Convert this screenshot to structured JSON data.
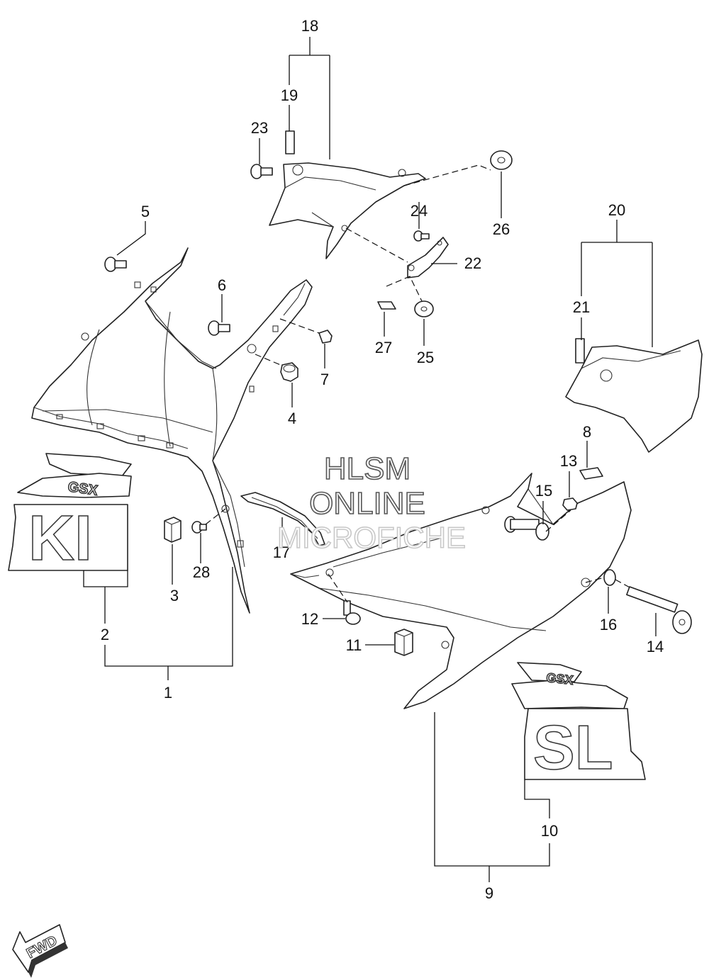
{
  "callouts": [
    {
      "id": "1",
      "label": "1"
    },
    {
      "id": "2",
      "label": "2"
    },
    {
      "id": "3",
      "label": "3"
    },
    {
      "id": "4",
      "label": "4"
    },
    {
      "id": "5",
      "label": "5"
    },
    {
      "id": "6",
      "label": "6"
    },
    {
      "id": "7",
      "label": "7"
    },
    {
      "id": "8",
      "label": "8"
    },
    {
      "id": "9",
      "label": "9"
    },
    {
      "id": "10",
      "label": "10"
    },
    {
      "id": "11",
      "label": "11"
    },
    {
      "id": "12",
      "label": "12"
    },
    {
      "id": "13",
      "label": "13"
    },
    {
      "id": "14",
      "label": "14"
    },
    {
      "id": "15",
      "label": "15"
    },
    {
      "id": "16",
      "label": "16"
    },
    {
      "id": "17",
      "label": "17"
    },
    {
      "id": "18",
      "label": "18"
    },
    {
      "id": "19",
      "label": "19"
    },
    {
      "id": "20",
      "label": "20"
    },
    {
      "id": "21",
      "label": "21"
    },
    {
      "id": "22",
      "label": "22"
    },
    {
      "id": "23",
      "label": "23"
    },
    {
      "id": "24",
      "label": "24"
    },
    {
      "id": "25",
      "label": "25"
    },
    {
      "id": "26",
      "label": "26"
    },
    {
      "id": "27",
      "label": "27"
    },
    {
      "id": "28",
      "label": "28"
    }
  ],
  "watermark": {
    "line1": "HLSM",
    "line2": "ONLINE",
    "line3": "MICROFICHE"
  },
  "decals": {
    "left_model": "KI",
    "left_logo": "GSX",
    "right_model": "SL",
    "right_logo": "GSX"
  },
  "direction_arrow": {
    "label": "FWD"
  },
  "colors": {
    "line": "#222222",
    "background": "#ffffff",
    "watermark": "#555555"
  }
}
